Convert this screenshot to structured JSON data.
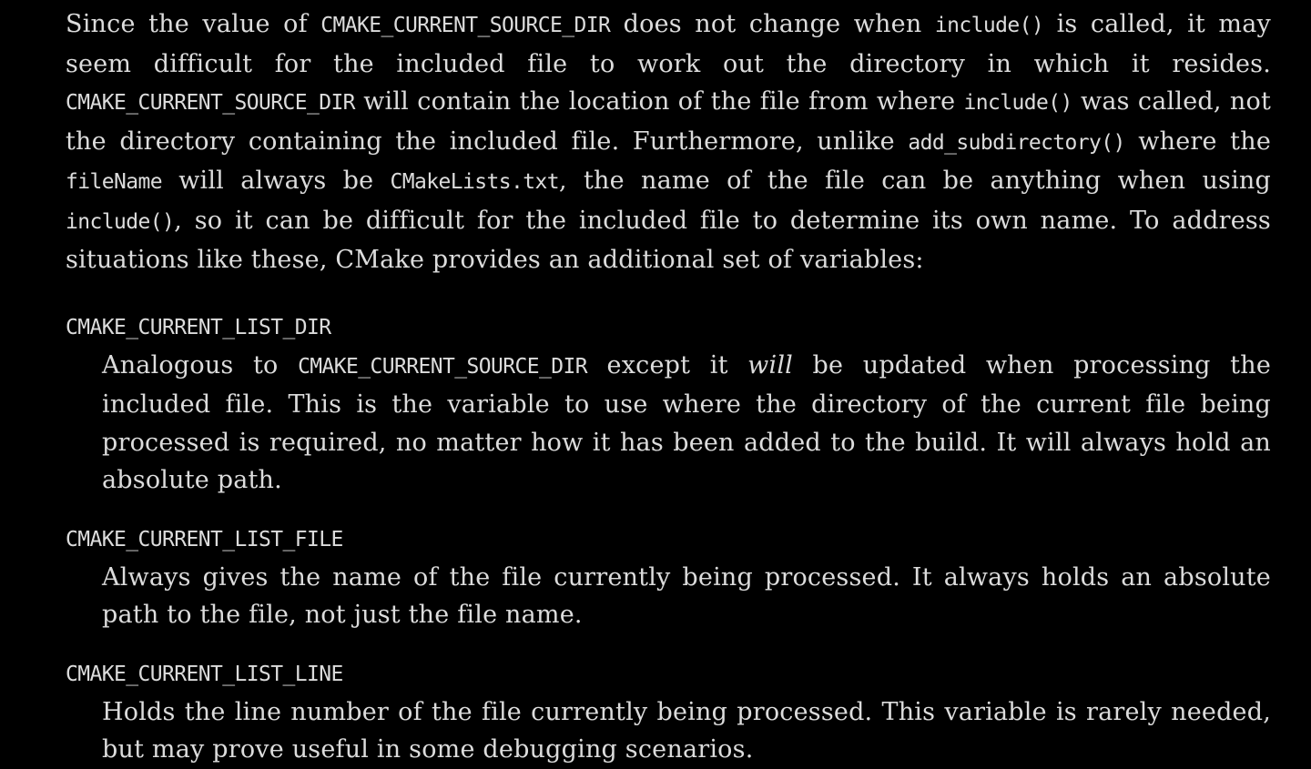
{
  "intro": {
    "t1": "Since the value of ",
    "c1": "CMAKE_CURRENT_SOURCE_DIR",
    "t2": " does not change when ",
    "c2": "include()",
    "t3": " is called, it may seem difficult for the included file to work out the directory in which it resides. ",
    "c3": "CMAKE_CURRENT_SOURCE_DIR",
    "t4": " will contain the location of the file from where ",
    "c4": "include()",
    "t5": " was called, not the directory containing the included file. Furthermore, unlike ",
    "c5": "add_subdirectory()",
    "t6": " where the ",
    "c6": "fileName",
    "t7": " will always be ",
    "c7": "CMakeLists.txt",
    "t8": ", the name of the file can be anything when using ",
    "c8": "include()",
    "t9": ", so it can be difficult for the included file to determine its own name. To address situations like these, CMake provides an additional set of variables:"
  },
  "definitions": [
    {
      "term": "CMAKE_CURRENT_LIST_DIR",
      "d1": "Analogous to ",
      "c1": "CMAKE_CURRENT_SOURCE_DIR",
      "d2": " except it ",
      "em": "will",
      "d3": " be updated when processing the included file. This is the variable to use where the directory of the current file being processed is required, no matter how it has been added to the build. It will always hold an absolute path."
    },
    {
      "term": "CMAKE_CURRENT_LIST_FILE",
      "desc": "Always gives the name of the file currently being processed. It always holds an absolute path to the file, not just the file name."
    },
    {
      "term": "CMAKE_CURRENT_LIST_LINE",
      "desc": "Holds the line number of the file currently being processed. This variable is rarely needed, but may prove useful in some debugging scenarios."
    }
  ]
}
